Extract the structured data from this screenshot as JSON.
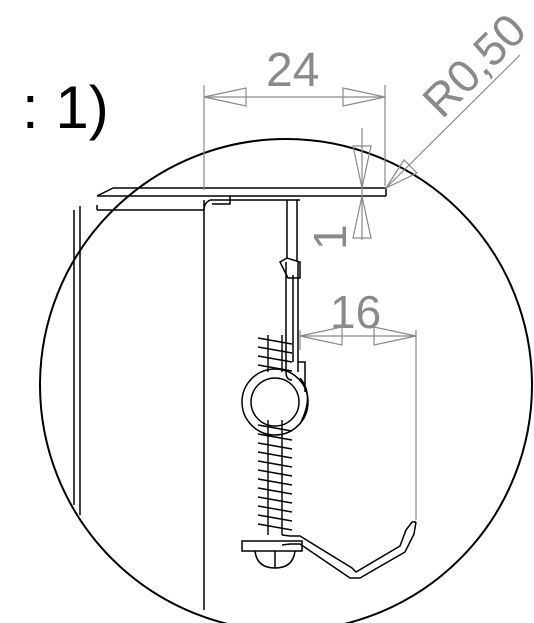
{
  "scale_label": ": 1)",
  "dimensions": {
    "width_top": "24",
    "radius": "R0,50",
    "thickness": "1",
    "offset": "16"
  },
  "colors": {
    "outline": "#000000",
    "dimension": "#8a8a8a",
    "background": "#ffffff"
  }
}
